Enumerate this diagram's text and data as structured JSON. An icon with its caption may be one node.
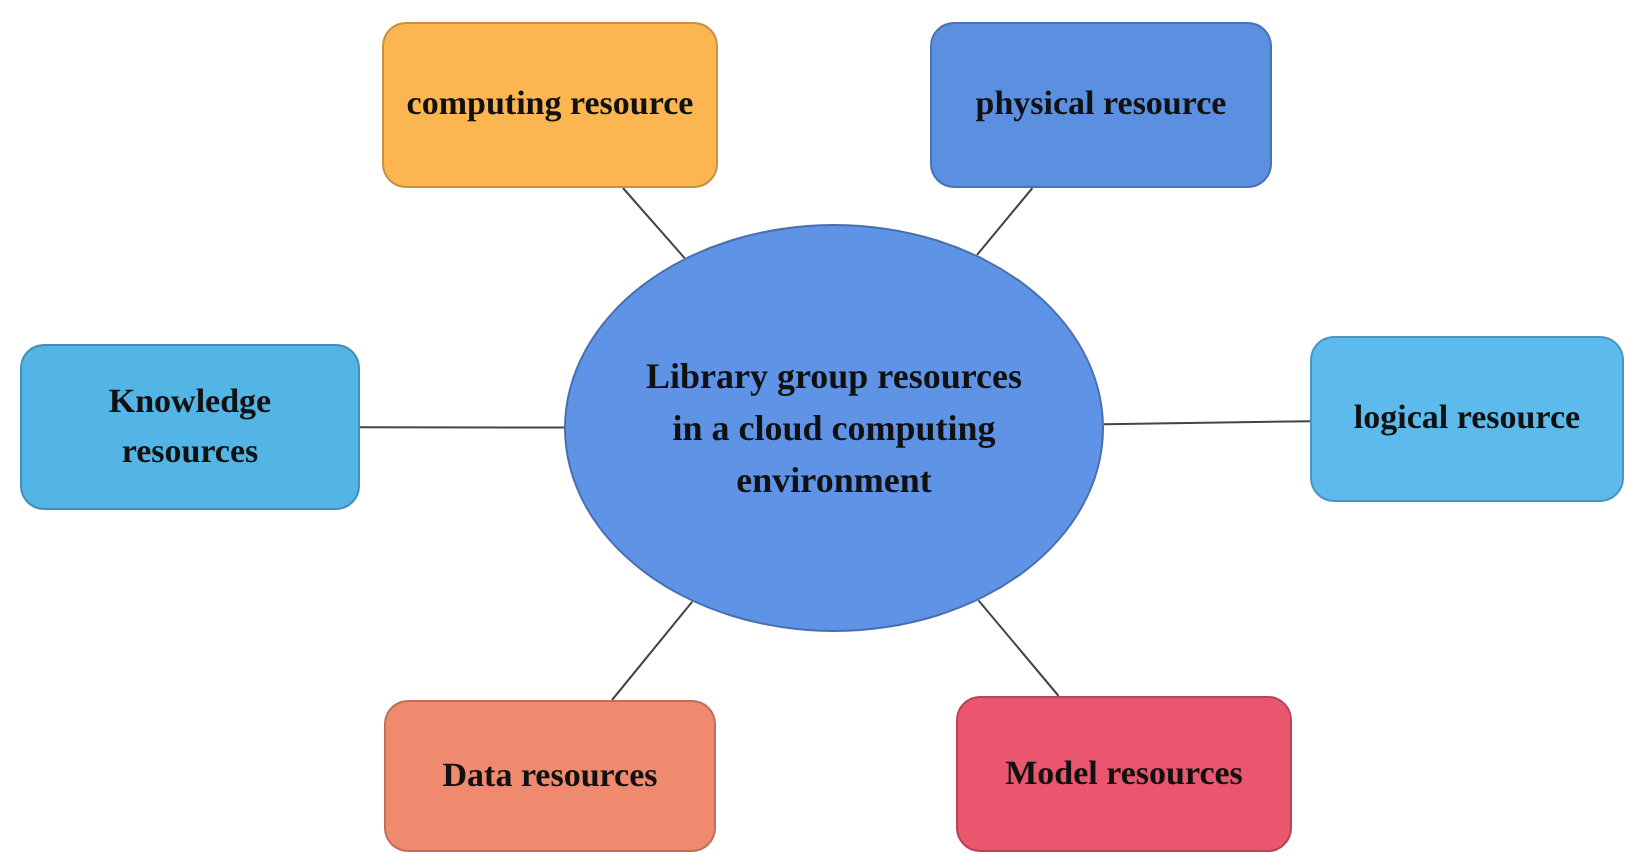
{
  "diagram": {
    "nodes": [
      {
        "text": [
          "Library group resources in a cloud computing environment"
        ]
      },
      {
        "text": [
          "computing resource"
        ]
      },
      {
        "text": [
          "physical resource"
        ]
      },
      {
        "text": [
          "Knowledge resources"
        ]
      },
      {
        "text": [
          "logical resource"
        ]
      },
      {
        "text": [
          "Data resources"
        ]
      },
      {
        "text": [
          "Model resources"
        ]
      }
    ],
    "edges": [
      {
        "from": 0,
        "to": 1,
        "arrow": "none"
      },
      {
        "from": 0,
        "to": 2,
        "arrow": "none"
      },
      {
        "from": 0,
        "to": 3,
        "arrow": "none"
      },
      {
        "from": 0,
        "to": 4,
        "arrow": "none"
      },
      {
        "from": 0,
        "to": 5,
        "arrow": "none"
      },
      {
        "from": 0,
        "to": 6,
        "arrow": "none"
      }
    ]
  }
}
